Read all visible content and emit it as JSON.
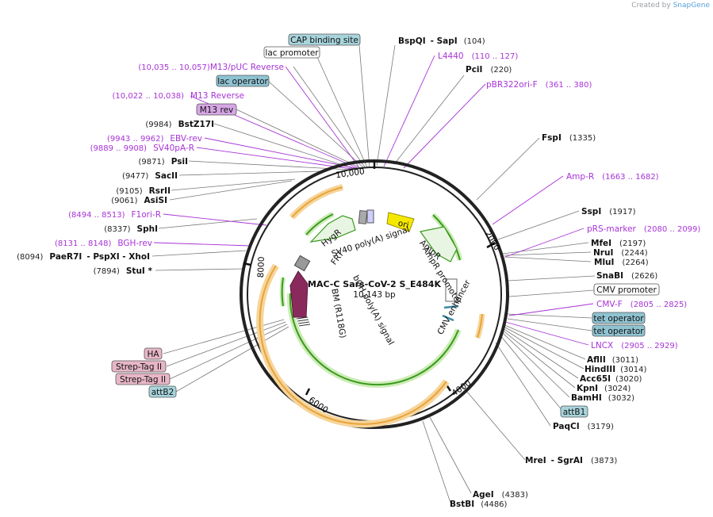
{
  "credit": {
    "prefix": "Created by",
    "brand": "SnapGene"
  },
  "plasmid": {
    "name": "MAC-C Sars-CoV-2 S_E484K",
    "length": "10,143 bp"
  },
  "ring_ticks": [
    "10,000",
    "2000",
    "4000",
    "6000",
    "8000"
  ],
  "enzymes": [
    {
      "name": "BspQI",
      "extra": "- SapI",
      "pos": "(104)"
    },
    {
      "name": "PciI",
      "extra": "",
      "pos": "(220)"
    },
    {
      "name": "FspI",
      "extra": "",
      "pos": "(1335)"
    },
    {
      "name": "SspI",
      "extra": "",
      "pos": "(1917)"
    },
    {
      "name": "MfeI",
      "extra": "",
      "pos": "(2197)"
    },
    {
      "name": "NruI",
      "extra": "",
      "pos": "(2244)"
    },
    {
      "name": "MluI",
      "extra": "",
      "pos": "(2264)"
    },
    {
      "name": "SnaBI",
      "extra": "",
      "pos": "(2626)"
    },
    {
      "name": "AflII",
      "extra": "",
      "pos": "(3011)"
    },
    {
      "name": "HindIII",
      "extra": "",
      "pos": "(3014)"
    },
    {
      "name": "Acc65I",
      "extra": "",
      "pos": "(3020)"
    },
    {
      "name": "KpnI",
      "extra": "",
      "pos": "(3024)"
    },
    {
      "name": "BamHI",
      "extra": "",
      "pos": "(3032)"
    },
    {
      "name": "PaqCI",
      "extra": "",
      "pos": "(3179)"
    },
    {
      "name": "MreI",
      "extra": "- SgrAI",
      "pos": "(3873)"
    },
    {
      "name": "AgeI",
      "extra": "",
      "pos": "(4383)"
    },
    {
      "name": "BstBI",
      "extra": "",
      "pos": "(4486)"
    },
    {
      "name": "BstZ17I",
      "extra": "",
      "pos": "(9984)"
    },
    {
      "name": "PsiI",
      "extra": "",
      "pos": "(9871)"
    },
    {
      "name": "SacII",
      "extra": "",
      "pos": "(9477)"
    },
    {
      "name": "RsrII",
      "extra": "",
      "pos": "(9105)"
    },
    {
      "name": "AsiSI",
      "extra": "",
      "pos": "(9061)"
    },
    {
      "name": "SphI",
      "extra": "",
      "pos": "(8337)"
    },
    {
      "name": "PaeR7I",
      "extra": "- PspXI - XhoI",
      "pos": "(8094)"
    },
    {
      "name": "StuI *",
      "extra": "",
      "pos": "(7894)"
    }
  ],
  "primers": [
    {
      "name": "L4440",
      "pos": "(110 .. 127)"
    },
    {
      "name": "pBR322ori-F",
      "pos": "(361 .. 380)"
    },
    {
      "name": "Amp-R",
      "pos": "(1663 .. 1682)"
    },
    {
      "name": "pRS-marker",
      "pos": "(2080 .. 2099)"
    },
    {
      "name": "CMV-F",
      "pos": "(2805 .. 2825)"
    },
    {
      "name": "LNCX",
      "pos": "(2905 .. 2929)"
    },
    {
      "name": "M13/pUC Reverse",
      "pos": "(10,035 .. 10,057)"
    },
    {
      "name": "M13 Reverse",
      "pos": "(10,022 .. 10,038)"
    },
    {
      "name": "EBV-rev",
      "pos": "(9943 .. 9962)"
    },
    {
      "name": "SV40pA-R",
      "pos": "(9889 .. 9908)"
    },
    {
      "name": "F1ori-R",
      "pos": "(8494 .. 8513)"
    },
    {
      "name": "BGH-rev",
      "pos": "(8131 .. 8148)"
    }
  ],
  "feature_boxes": [
    {
      "name": "CAP binding site",
      "fill": "#a8d4dc"
    },
    {
      "name": "lac promoter",
      "fill": "#ffffff"
    },
    {
      "name": "lac operator",
      "fill": "#8fc3d2"
    },
    {
      "name": "M13 rev",
      "fill": "#d7a6e6"
    },
    {
      "name": "CMV promoter",
      "fill": "#ffffff"
    },
    {
      "name": "tet operator",
      "fill": "#8fc3d2"
    },
    {
      "name": "tet operator",
      "fill": "#8fc3d2"
    },
    {
      "name": "attB1",
      "fill": "#a8d4dc"
    },
    {
      "name": "HA",
      "fill": "#e8b6c8"
    },
    {
      "name": "Strep-Tag II",
      "fill": "#e8b6c8"
    },
    {
      "name": "Strep-Tag II",
      "fill": "#e8b6c8"
    },
    {
      "name": "attB2",
      "fill": "#a8d4dc"
    }
  ],
  "inner_labels": [
    "HygR",
    "SV40 poly(A) signal",
    "FRT",
    "ori",
    "AmpR",
    "AmpR promoter",
    "CMV enhancer",
    "bGH poly(A) signal",
    "BM (R118G)"
  ],
  "colors": {
    "enzyme": "#111111",
    "primer": "#a733d6",
    "ring": "#222222",
    "ori": "#f5e800",
    "bm": "#8a2a5c",
    "orange_arc": "#e8a43a",
    "green_arc": "#3a9a1e"
  }
}
